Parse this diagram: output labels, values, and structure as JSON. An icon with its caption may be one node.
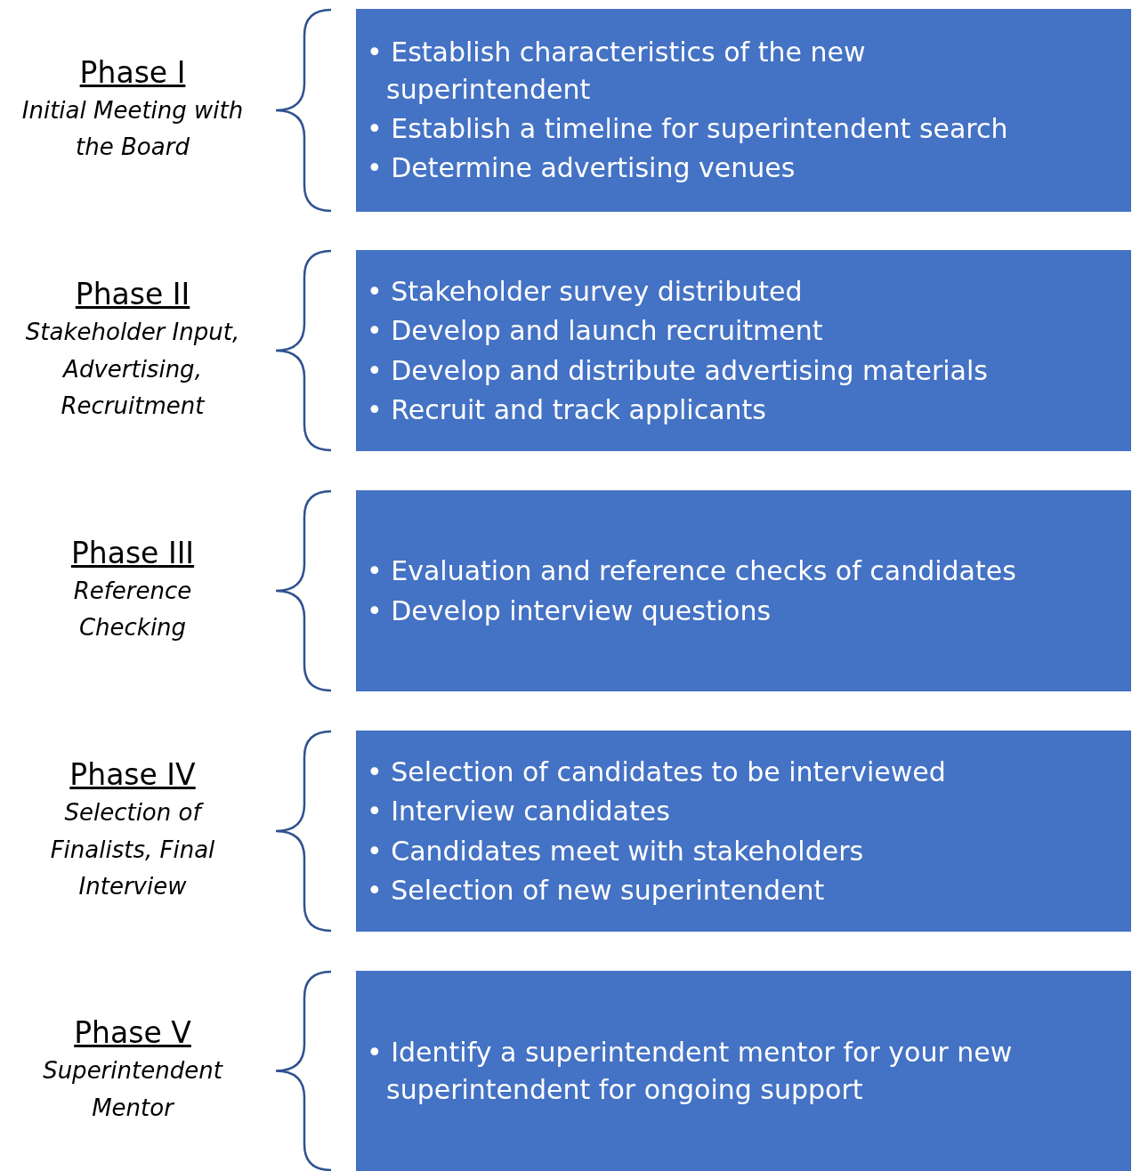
{
  "diagram": {
    "nodes": [
      {
        "text": [
          "• Establish characteristics of the new superintendent",
          "• Establish a timeline for superintendent search",
          "• Determine advertising venues"
        ],
        "beside": [
          "Phase I",
          "Initial Meeting with the Board"
        ]
      },
      {
        "text": [
          "• Stakeholder survey distributed",
          "• Develop and launch recruitment",
          "• Develop and distribute advertising materials",
          "• Recruit and track applicants"
        ],
        "beside": [
          "Phase II",
          "Stakeholder Input, Advertising, Recruitment"
        ]
      },
      {
        "text": [
          "• Evaluation and reference checks of candidates",
          "• Develop interview questions"
        ],
        "beside": [
          "Phase III",
          "Reference Checking"
        ]
      },
      {
        "text": [
          "• Selection of candidates to be interviewed",
          "• Interview candidates",
          "• Candidates meet with stakeholders",
          "• Selection of new superintendent"
        ],
        "beside": [
          "Phase IV",
          "Selection of Finalists, Final Interview"
        ]
      },
      {
        "text": [
          "• Identify a superintendent mentor for your new superintendent for ongoing support"
        ],
        "beside": [
          "Phase V",
          "Superintendent Mentor"
        ]
      }
    ]
  }
}
